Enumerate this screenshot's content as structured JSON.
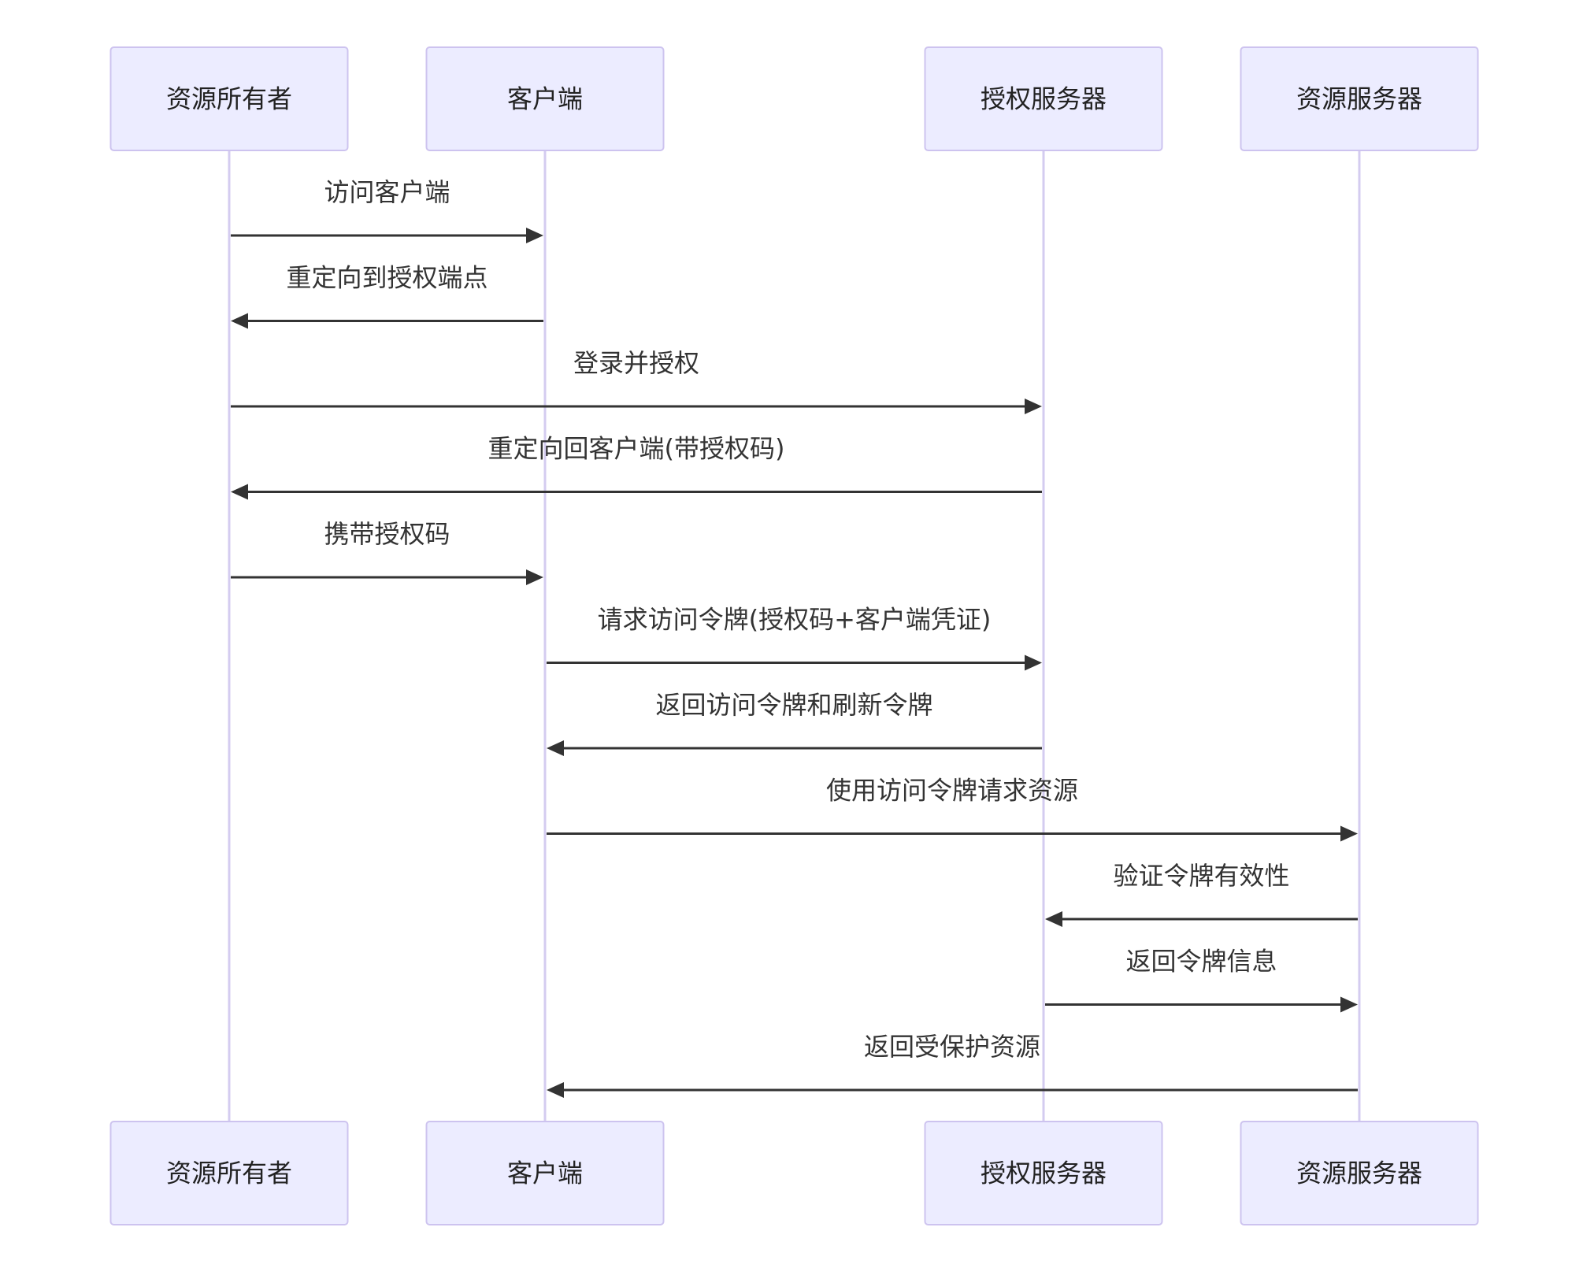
{
  "participants": [
    {
      "id": "owner",
      "label": "资源所有者"
    },
    {
      "id": "client",
      "label": "客户端"
    },
    {
      "id": "auth",
      "label": "授权服务器"
    },
    {
      "id": "resource",
      "label": "资源服务器"
    }
  ],
  "messages": [
    {
      "from": "owner",
      "to": "client",
      "label": "访问客户端"
    },
    {
      "from": "client",
      "to": "owner",
      "label": "重定向到授权端点"
    },
    {
      "from": "owner",
      "to": "auth",
      "label": "登录并授权"
    },
    {
      "from": "auth",
      "to": "owner",
      "label": "重定向回客户端(带授权码)"
    },
    {
      "from": "owner",
      "to": "client",
      "label": "携带授权码"
    },
    {
      "from": "client",
      "to": "auth",
      "label": "请求访问令牌(授权码+客户端凭证)"
    },
    {
      "from": "auth",
      "to": "client",
      "label": "返回访问令牌和刷新令牌"
    },
    {
      "from": "client",
      "to": "resource",
      "label": "使用访问令牌请求资源"
    },
    {
      "from": "resource",
      "to": "auth",
      "label": "验证令牌有效性"
    },
    {
      "from": "auth",
      "to": "resource",
      "label": "返回令牌信息"
    },
    {
      "from": "resource",
      "to": "client",
      "label": "返回受保护资源"
    }
  ]
}
